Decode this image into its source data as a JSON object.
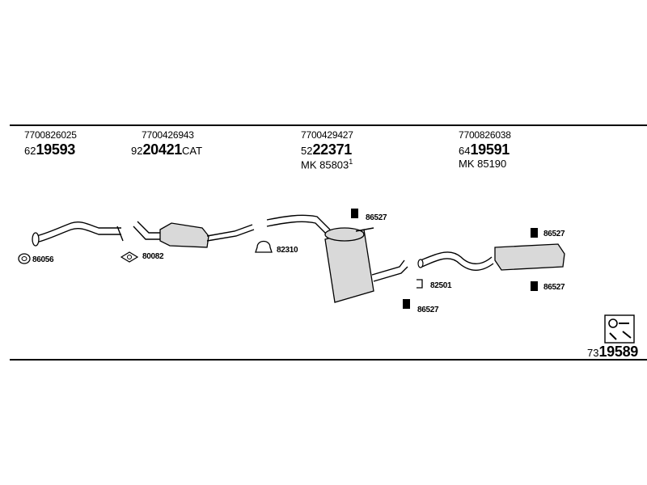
{
  "header_groups": [
    {
      "oe": "7700826025",
      "prefix": "62",
      "number": "19593",
      "suffix": ""
    },
    {
      "oe": "7700426943",
      "prefix": "92",
      "number": "20421",
      "suffix": "CAT"
    },
    {
      "oe": "7700429427",
      "prefix": "52",
      "number": "22371",
      "suffix": "",
      "mk": "MK  85803",
      "mk_sup": "1"
    },
    {
      "oe": "7700826038",
      "prefix": "64",
      "number": "19591",
      "suffix": "",
      "mk": "MK  85190"
    }
  ],
  "part_labels": {
    "gasket_1": "86056",
    "gasket_2": "80082",
    "clamp": "82310",
    "hanger_top": "86527",
    "hanger_mid": "86527",
    "bracket": "82501",
    "rear_hanger_top": "86527",
    "rear_hanger_bottom": "86527"
  },
  "kit": {
    "prefix": "73",
    "number": "19589",
    "icon": "mounting-kit-icon"
  }
}
